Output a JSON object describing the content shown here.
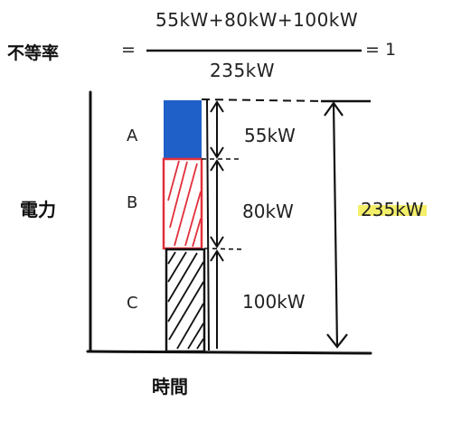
{
  "formula": {
    "label": "不等率",
    "equals": "=",
    "numerator": "55kW+80kW+100kW",
    "denominator": "235kW",
    "result": "= 1"
  },
  "axes": {
    "y_label": "電力",
    "x_label": "時間"
  },
  "segments": [
    {
      "name": "A",
      "value_label": "55kW",
      "kw": 55,
      "color": "#1f5fc8"
    },
    {
      "name": "B",
      "value_label": "80kW",
      "kw": 80,
      "color": "#e2303a"
    },
    {
      "name": "C",
      "value_label": "100kW",
      "kw": 100,
      "color": "#222222"
    }
  ],
  "total": {
    "label": "235kW",
    "kw": 235,
    "highlight_color": "#f4ef6a"
  }
}
